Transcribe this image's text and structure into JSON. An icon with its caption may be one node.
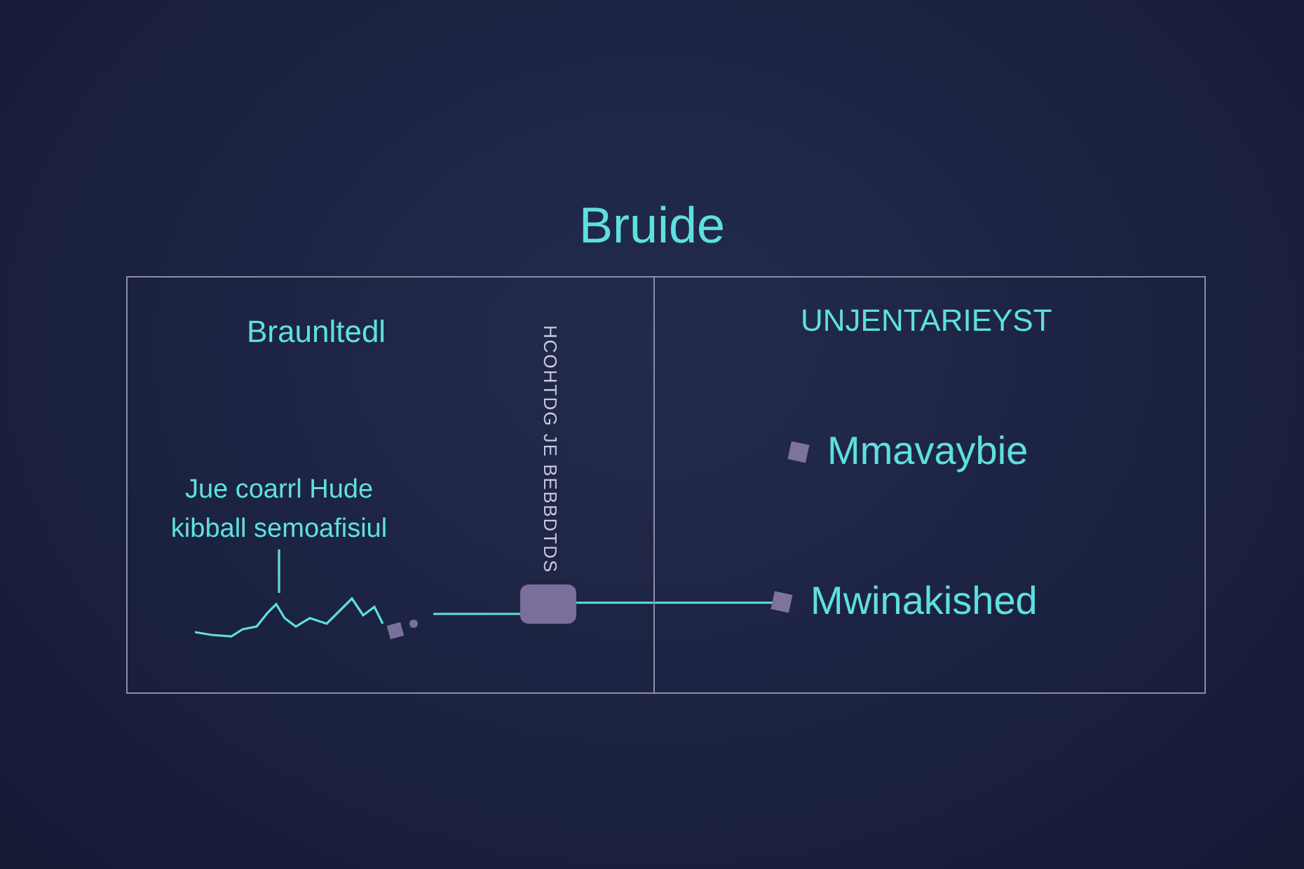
{
  "diagram": {
    "title": "Bruide",
    "nodes": [
      {
        "text": [
          "Braunltedl"
        ]
      },
      {
        "text": [
          "Jue coarrl Hude kibball semoafisiul"
        ],
        "in": 0
      },
      {
        "text": [],
        "shape": "picture",
        "in": 0
      },
      {
        "text": [],
        "shape": "box",
        "in": 0,
        "beside": [
          "HCOHTDG JE BEBBDTDS"
        ]
      },
      {
        "text": [
          "UNJENTARIEYST"
        ]
      },
      {
        "text": [
          "Mmavaybie"
        ],
        "in": 4
      },
      {
        "text": [
          "Mwinakished"
        ],
        "in": 4
      }
    ],
    "edges": [
      {
        "from": 1,
        "to": 2,
        "arrow": "none"
      },
      {
        "from": 2,
        "to": 3,
        "arrow": "none"
      },
      {
        "from": 3,
        "to": 6,
        "arrow": "none"
      }
    ]
  }
}
